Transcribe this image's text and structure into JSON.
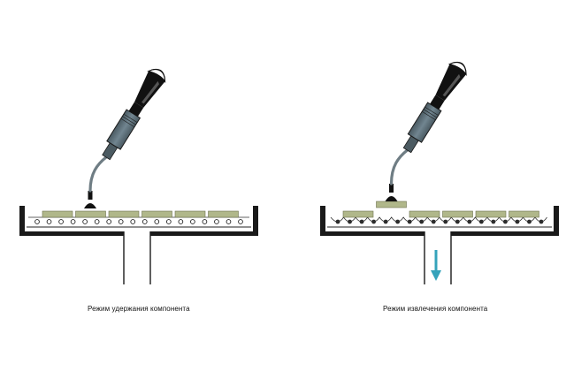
{
  "panels": [
    {
      "id": "hold",
      "caption": "Режим удержания компонента",
      "components": 6,
      "picked": false,
      "airflow": "none"
    },
    {
      "id": "release",
      "caption": "Режим извлечения компонента",
      "components": 6,
      "picked": true,
      "airflow": "down"
    }
  ],
  "colors": {
    "tray": "#1a1a1a",
    "component": "#b0b78a",
    "component_edge": "#6e7351",
    "tool_body": "#5f7078",
    "hose": "#6f7d84",
    "handle": "#111111",
    "arrow": "#35a3bb"
  },
  "icons": {
    "tool": "vacuum-pickup-pen-icon",
    "arrow": "arrow-down-icon"
  }
}
